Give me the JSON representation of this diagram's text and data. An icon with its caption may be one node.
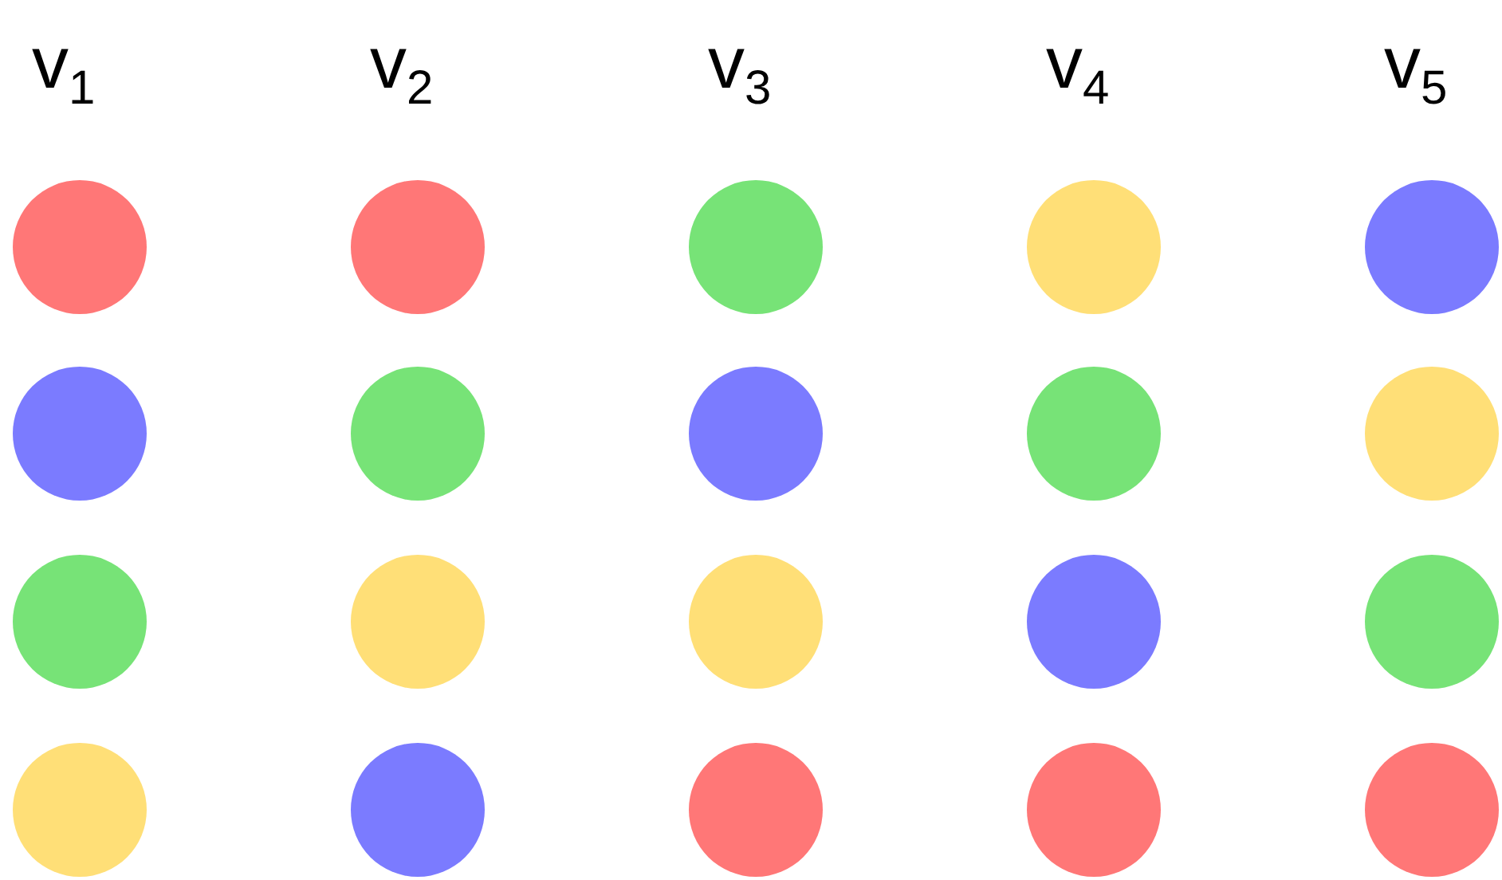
{
  "diagram": {
    "nodes": [
      {
        "text": [],
        "shape": "circle"
      },
      {
        "text": [],
        "shape": "circle"
      },
      {
        "text": [],
        "shape": "circle"
      },
      {
        "text": [],
        "shape": "circle"
      },
      {
        "text": [],
        "shape": "circle"
      },
      {
        "text": [],
        "shape": "circle"
      },
      {
        "text": [],
        "shape": "circle"
      },
      {
        "text": [],
        "shape": "circle"
      },
      {
        "text": [],
        "shape": "circle"
      },
      {
        "text": [],
        "shape": "circle"
      },
      {
        "text": [],
        "shape": "circle"
      },
      {
        "text": [],
        "shape": "circle"
      },
      {
        "text": [],
        "shape": "circle"
      },
      {
        "text": [],
        "shape": "circle"
      },
      {
        "text": [],
        "shape": "circle"
      },
      {
        "text": [],
        "shape": "circle"
      },
      {
        "text": [],
        "shape": "circle"
      },
      {
        "text": [],
        "shape": "circle"
      },
      {
        "text": [],
        "shape": "circle"
      },
      {
        "text": [],
        "shape": "circle"
      }
    ],
    "labels": [
      "v$_{1}$",
      "v$_{2}$",
      "v$_{3}$",
      "v$_{4}$",
      "v$_{5}$"
    ]
  }
}
